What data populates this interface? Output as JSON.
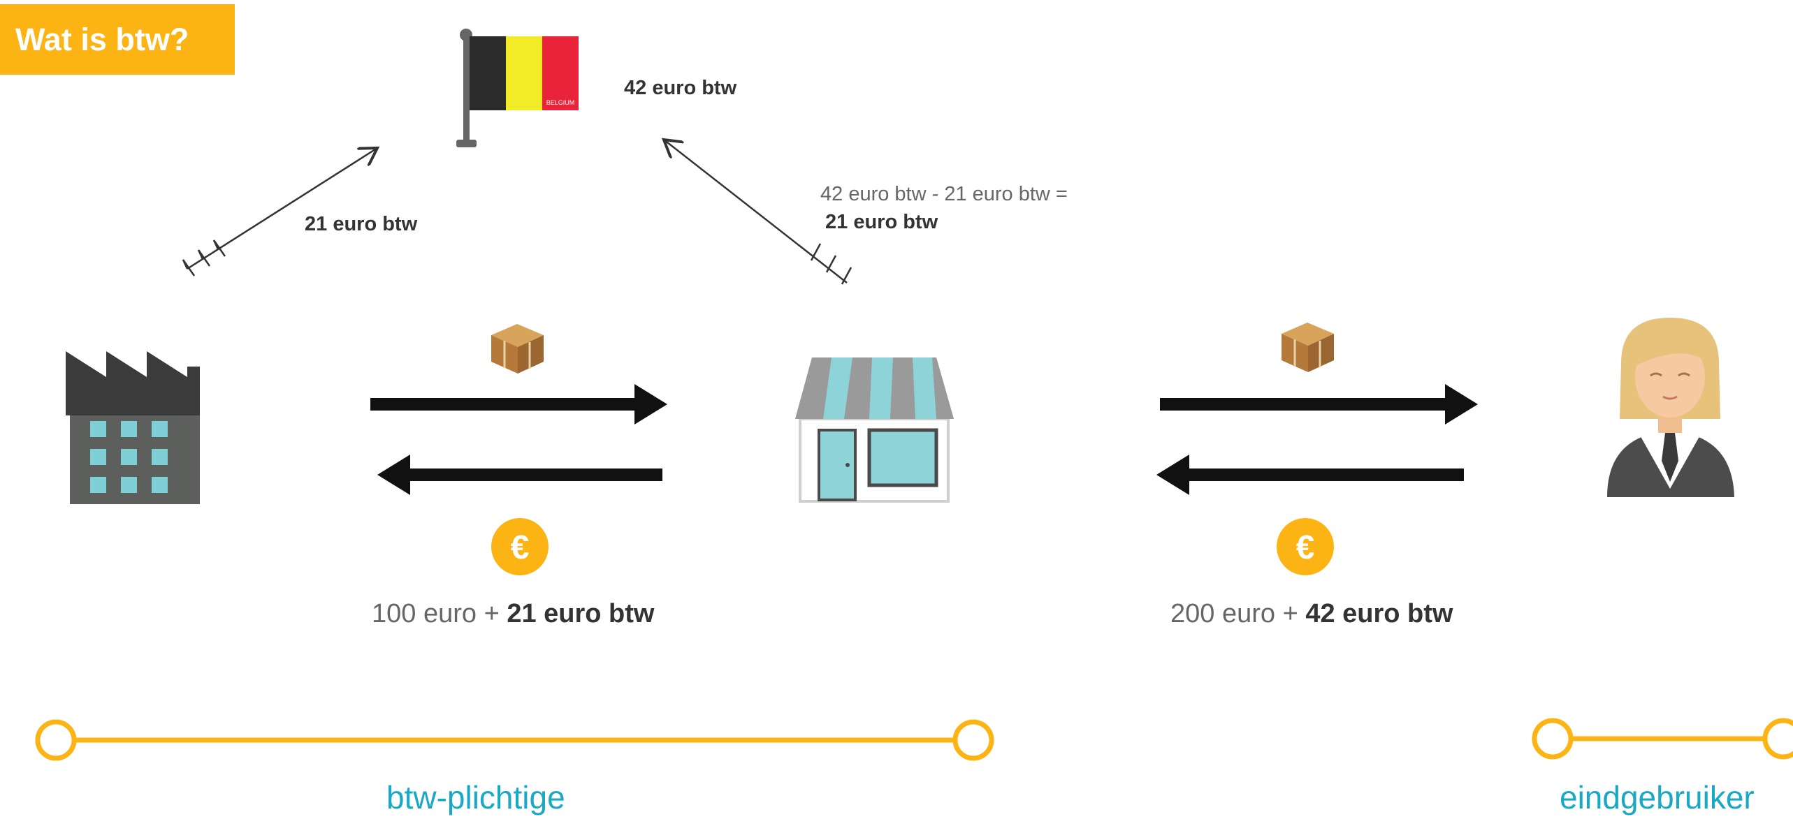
{
  "title": "Wat is btw?",
  "flag": {
    "text": "BELGIUM",
    "colors": [
      "#2b2b2b",
      "#f1ec27",
      "#e8233a"
    ]
  },
  "flows": {
    "state_total": "42 euro btw",
    "factory_to_state": "21 euro btw",
    "shop_to_state_formula": "42 euro btw - 21 euro btw =",
    "shop_to_state_result": "21 euro btw"
  },
  "transactions": [
    {
      "base": "100 euro + ",
      "vat": "21 euro btw"
    },
    {
      "base": "200 euro + ",
      "vat": "42 euro btw"
    }
  ],
  "euro_symbol": "€",
  "groups": {
    "taxable": "btw-plichtige",
    "end_user": "eindgebruiker"
  },
  "colors": {
    "accent": "#fbb414",
    "label": "#1aa9c4",
    "arrow": "#111111"
  },
  "icons": [
    "factory-icon",
    "shop-icon",
    "person-icon",
    "box-icon",
    "euro-coin-icon",
    "flag-icon"
  ]
}
